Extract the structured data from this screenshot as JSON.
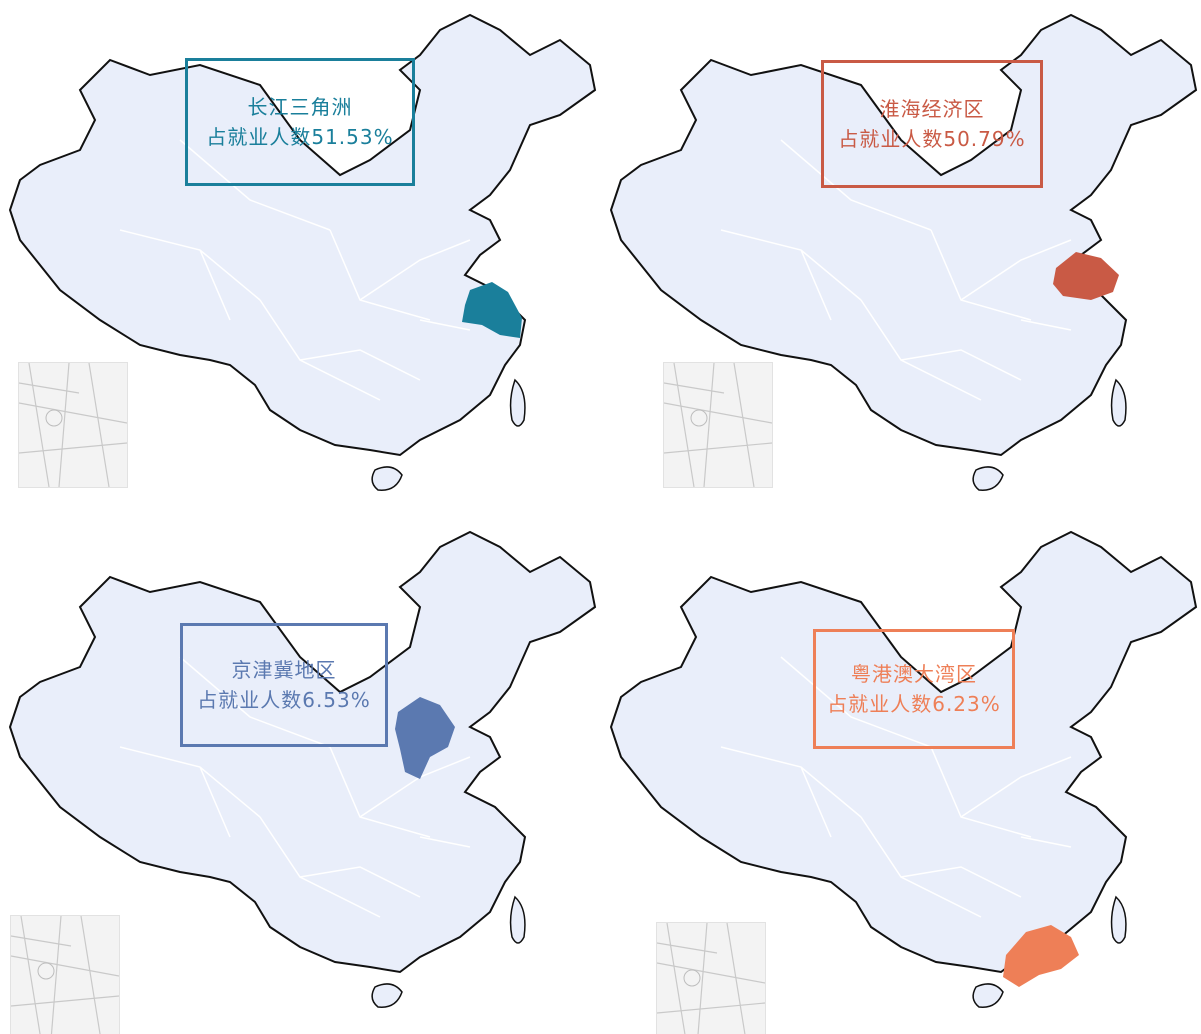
{
  "panels": [
    {
      "region": "长江三角洲",
      "share_text": "占就业人数51.53%",
      "share_pct": 51.53,
      "color": "#1a7f9b"
    },
    {
      "region": "淮海经济区",
      "share_text": "占就业人数50.79%",
      "share_pct": 50.79,
      "color": "#c95a45"
    },
    {
      "region": "京津冀地区",
      "share_text": "占就业人数6.53%",
      "share_pct": 6.53,
      "color": "#5b79b0"
    },
    {
      "region": "粤港澳大湾区",
      "share_text": "占就业人数6.23%",
      "share_pct": 6.23,
      "color": "#ee7f57"
    }
  ],
  "map_fill": "#e9eefa",
  "map_stroke": "#111111"
}
